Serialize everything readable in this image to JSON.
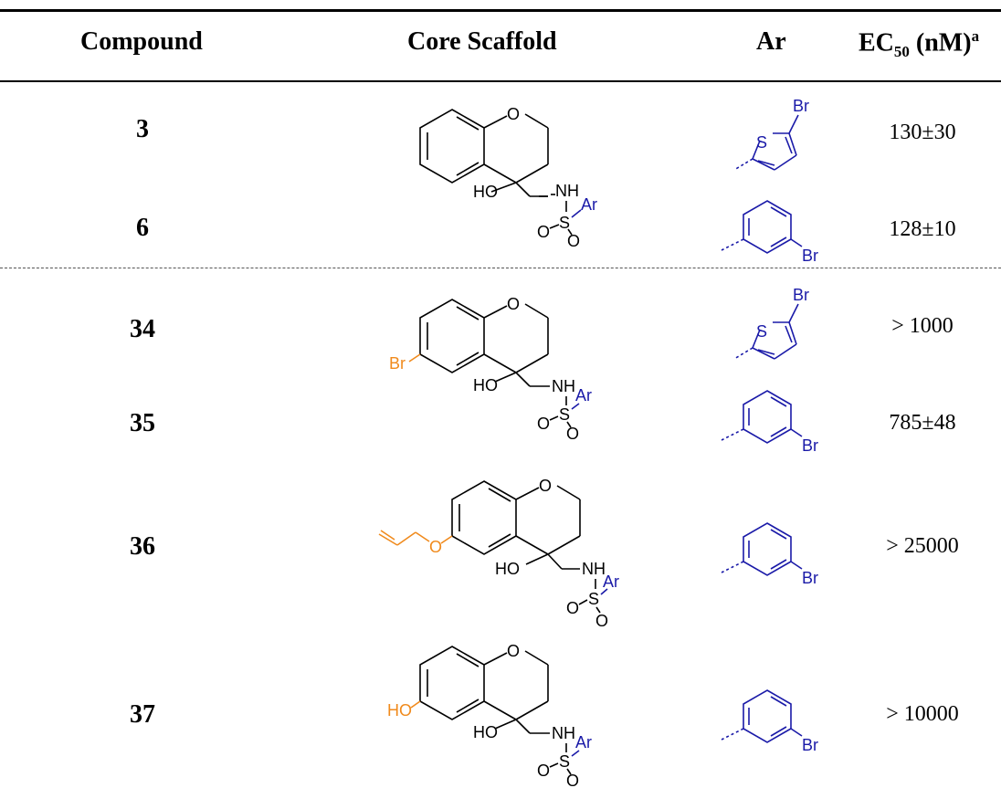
{
  "table": {
    "headers": {
      "compound": "Compound",
      "scaffold": "Core Scaffold",
      "ar": "Ar",
      "ec50_main": "EC",
      "ec50_sub": "50",
      "ec50_unit": " (nM)",
      "ec50_sup": "a"
    },
    "rows": [
      {
        "id": "3",
        "ec50": "130±30"
      },
      {
        "id": "6",
        "ec50": "128±10"
      },
      {
        "id": "34",
        "ec50": "> 1000"
      },
      {
        "id": "35",
        "ec50": "785±48"
      },
      {
        "id": "36",
        "ec50": "> 25000"
      },
      {
        "id": "37",
        "ec50": "> 10000"
      }
    ]
  },
  "atoms": {
    "o": "O",
    "ho": "HO",
    "nh": "NH",
    "s": "S",
    "ar": "Ar",
    "br": "Br"
  },
  "colors": {
    "aryl": "#1a1aa8",
    "substituent": "#f08a1c",
    "text": "#000000"
  }
}
